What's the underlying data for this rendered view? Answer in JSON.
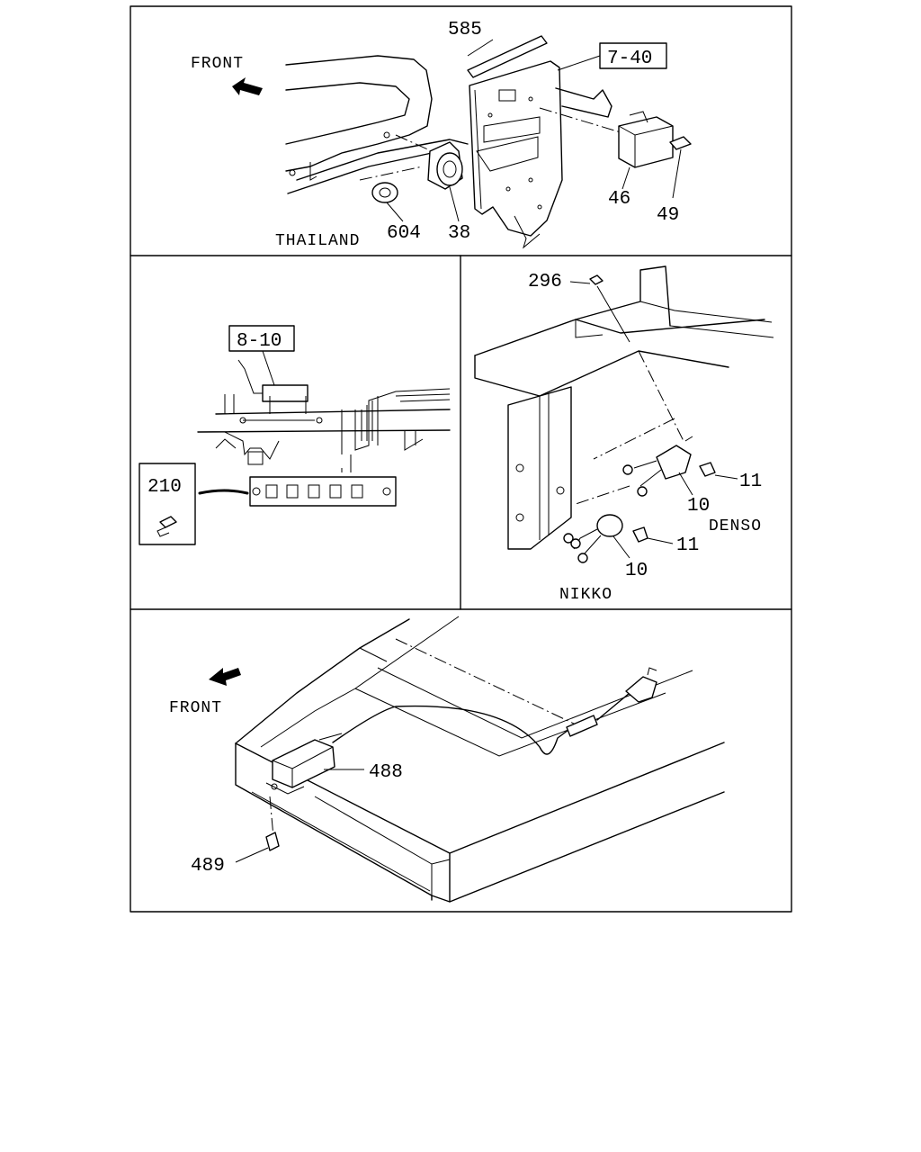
{
  "panel_top": {
    "front_label": "FRONT",
    "region_label": "THAILAND",
    "parts": [
      "585",
      "7-40",
      "46",
      "49",
      "604",
      "38"
    ]
  },
  "panel_middle_left": {
    "parts": [
      "8-10",
      "210"
    ]
  },
  "panel_middle_right": {
    "parts": [
      "296",
      "11",
      "10",
      "11",
      "10"
    ],
    "maker_denso": "DENSO",
    "maker_nikko": "NIKKO"
  },
  "panel_bottom": {
    "front_label": "FRONT",
    "parts": [
      "488",
      "489"
    ]
  },
  "colors": {
    "line": "#000000",
    "background": "#ffffff"
  }
}
